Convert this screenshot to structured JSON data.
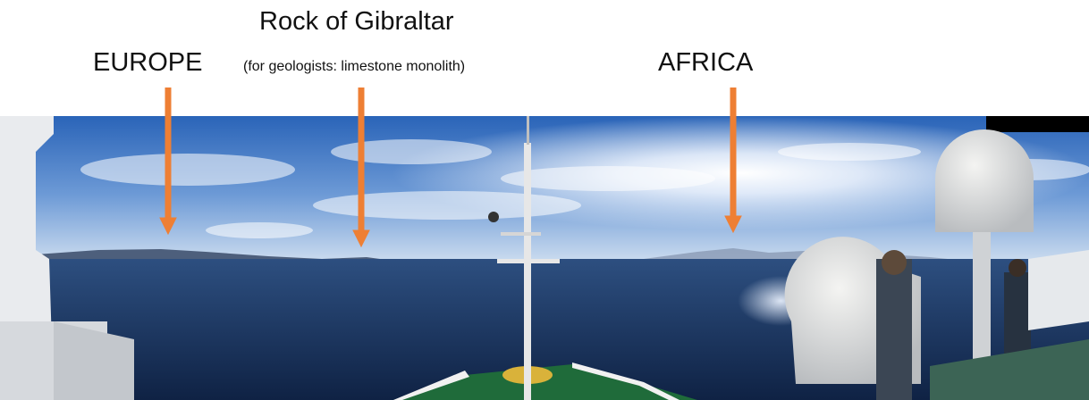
{
  "labels": {
    "title": "Rock of Gibraltar",
    "europe": "EUROPE",
    "geologists_note": "(for geologists: limestone monolith)",
    "africa": "AFRICA"
  },
  "colors": {
    "arrow": "#ee7f34",
    "sky_top": "#2a64b8",
    "sea": "#13294f",
    "deck_green": "#1f6b3a"
  },
  "photo": {
    "description_icon": "panorama-photo"
  }
}
